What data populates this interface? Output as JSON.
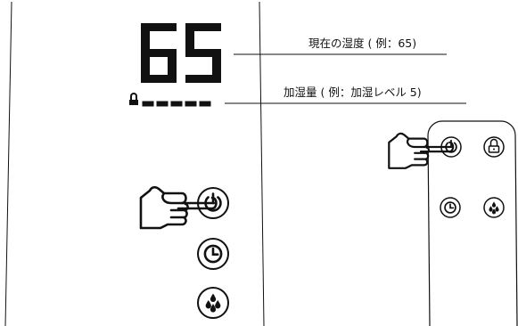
{
  "display": {
    "humidity_digits": "65",
    "level_segments_lit": 5,
    "level_segments_total": 5
  },
  "labels": {
    "current_humidity": "現在の湿度 ( 例：65)",
    "humidification_level": "加湿量 ( 例：加湿レベル 5)"
  },
  "control_panel": {
    "buttons": [
      "power-icon",
      "lock-icon",
      "timer-icon",
      "humidification-icon"
    ],
    "pressed_button": "power-icon"
  },
  "colors": {
    "ink": "#111111",
    "background": "#ffffff"
  }
}
